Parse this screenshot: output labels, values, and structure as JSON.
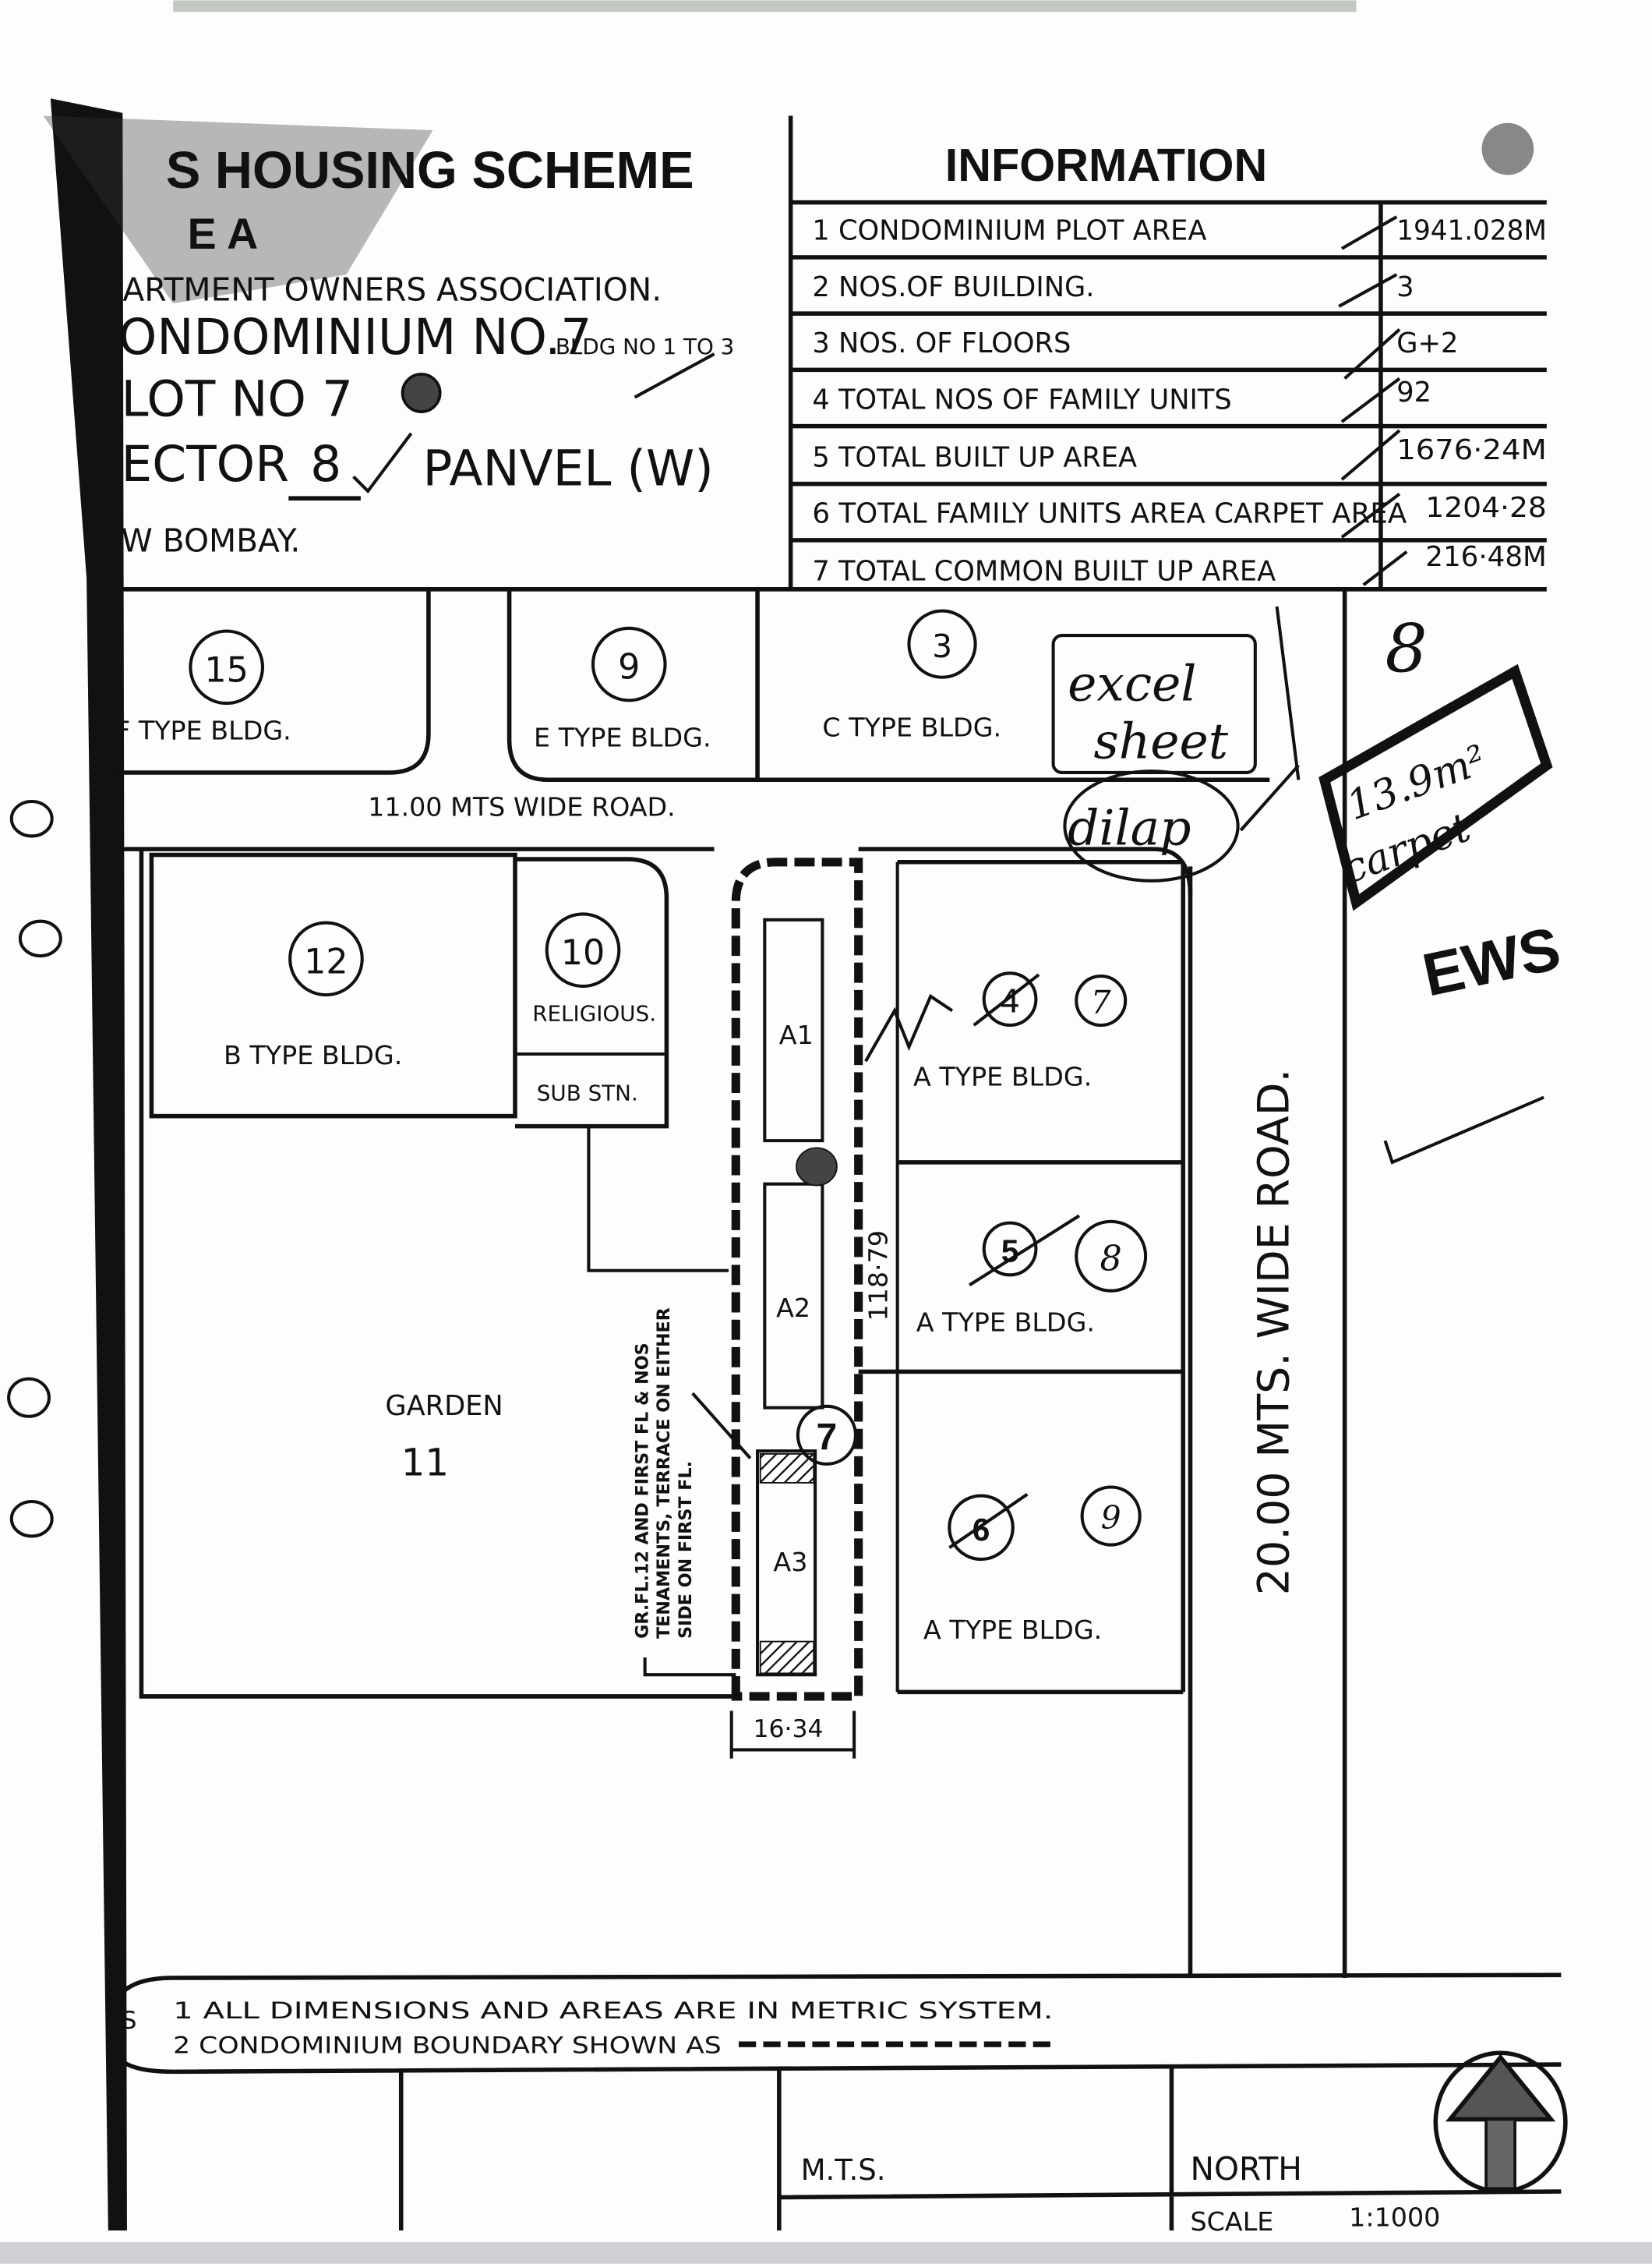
{
  "title_block": {
    "scheme": "S HOUSING SCHEME",
    "line2": "E A",
    "association": "ARTMENT   OWNERS   ASSOCIATION.",
    "condominium": "ONDOMINIUM  NO.7",
    "bldg_no": "BLDG NO  1 TO 3",
    "plot": "LOT NO 7",
    "sector": "ECTOR",
    "sector_no": "8",
    "place": "PANVEL  (W)",
    "city": "W BOMBAY."
  },
  "information": {
    "title": "INFORMATION",
    "rows": [
      {
        "label": "1 CONDOMINIUM PLOT AREA",
        "value": "1941.028M"
      },
      {
        "label": "2 NOS.OF BUILDING.",
        "value": "3"
      },
      {
        "label": "3 NOS. OF FLOORS",
        "value": "G+2"
      },
      {
        "label": "4 TOTAL NOS OF FAMILY UNITS",
        "value": "92"
      },
      {
        "label": "5 TOTAL BUILT UP AREA",
        "value": "1676·24M"
      },
      {
        "label": "6 TOTAL FAMILY UNITS AREA CARPET AREA",
        "value": "1204·28"
      },
      {
        "label": "7 TOTAL COMMON BUILT UP AREA",
        "value": "216·48M"
      }
    ]
  },
  "plots": {
    "f_type": {
      "no": "15",
      "label": "F TYPE BLDG."
    },
    "e_type": {
      "no": "9",
      "label": "E TYPE BLDG."
    },
    "c_type": {
      "no": "3",
      "label": "C TYPE BLDG."
    },
    "b_type": {
      "no": "12",
      "label": "B TYPE BLDG."
    },
    "religious": {
      "no": "10",
      "label": "RELIGIOUS."
    },
    "sub_stn": {
      "label": "SUB STN."
    },
    "garden": {
      "label": "GARDEN",
      "no": "11"
    },
    "a_type_1": {
      "no": "4",
      "hand_no": "7",
      "label": "A TYPE BLDG."
    },
    "a_type_2": {
      "no": "5",
      "hand_no": "8",
      "label": "A TYPE BLDG."
    },
    "a_type_3": {
      "no": "6",
      "hand_no": "9",
      "label": "A TYPE BLDG."
    }
  },
  "condominium": {
    "buildings": [
      "A1",
      "A2",
      "A3"
    ],
    "plot_no": "7",
    "length": "118·79",
    "width": "16·34",
    "note_lines": [
      "GR.FL.12 AND FIRST FL & NOS",
      "TENAMENTS, TERRACE ON EITHER",
      "SIDE ON FIRST FL."
    ]
  },
  "roads": {
    "road_11": "11.00 MTS WIDE ROAD.",
    "road_20": "20.00  MTS.  WIDE  ROAD."
  },
  "handwritten": {
    "excel": "excel",
    "sheet": "sheet",
    "dilap": "dilap",
    "eight": "8",
    "area": "13.9m²",
    "carpet": "carpet",
    "ews": "EWS"
  },
  "notes": {
    "label": "S",
    "lines": [
      "1  ALL  DIMENSIONS  AND  AREAS  ARE  IN  METRIC  SYSTEM.",
      "2  CONDOMINIUM  BOUNDARY  SHOWN  AS"
    ]
  },
  "footer": {
    "units": "M.T.S.",
    "north": "NORTH",
    "scale_label": "SCALE",
    "scale_value": "1:1000"
  }
}
